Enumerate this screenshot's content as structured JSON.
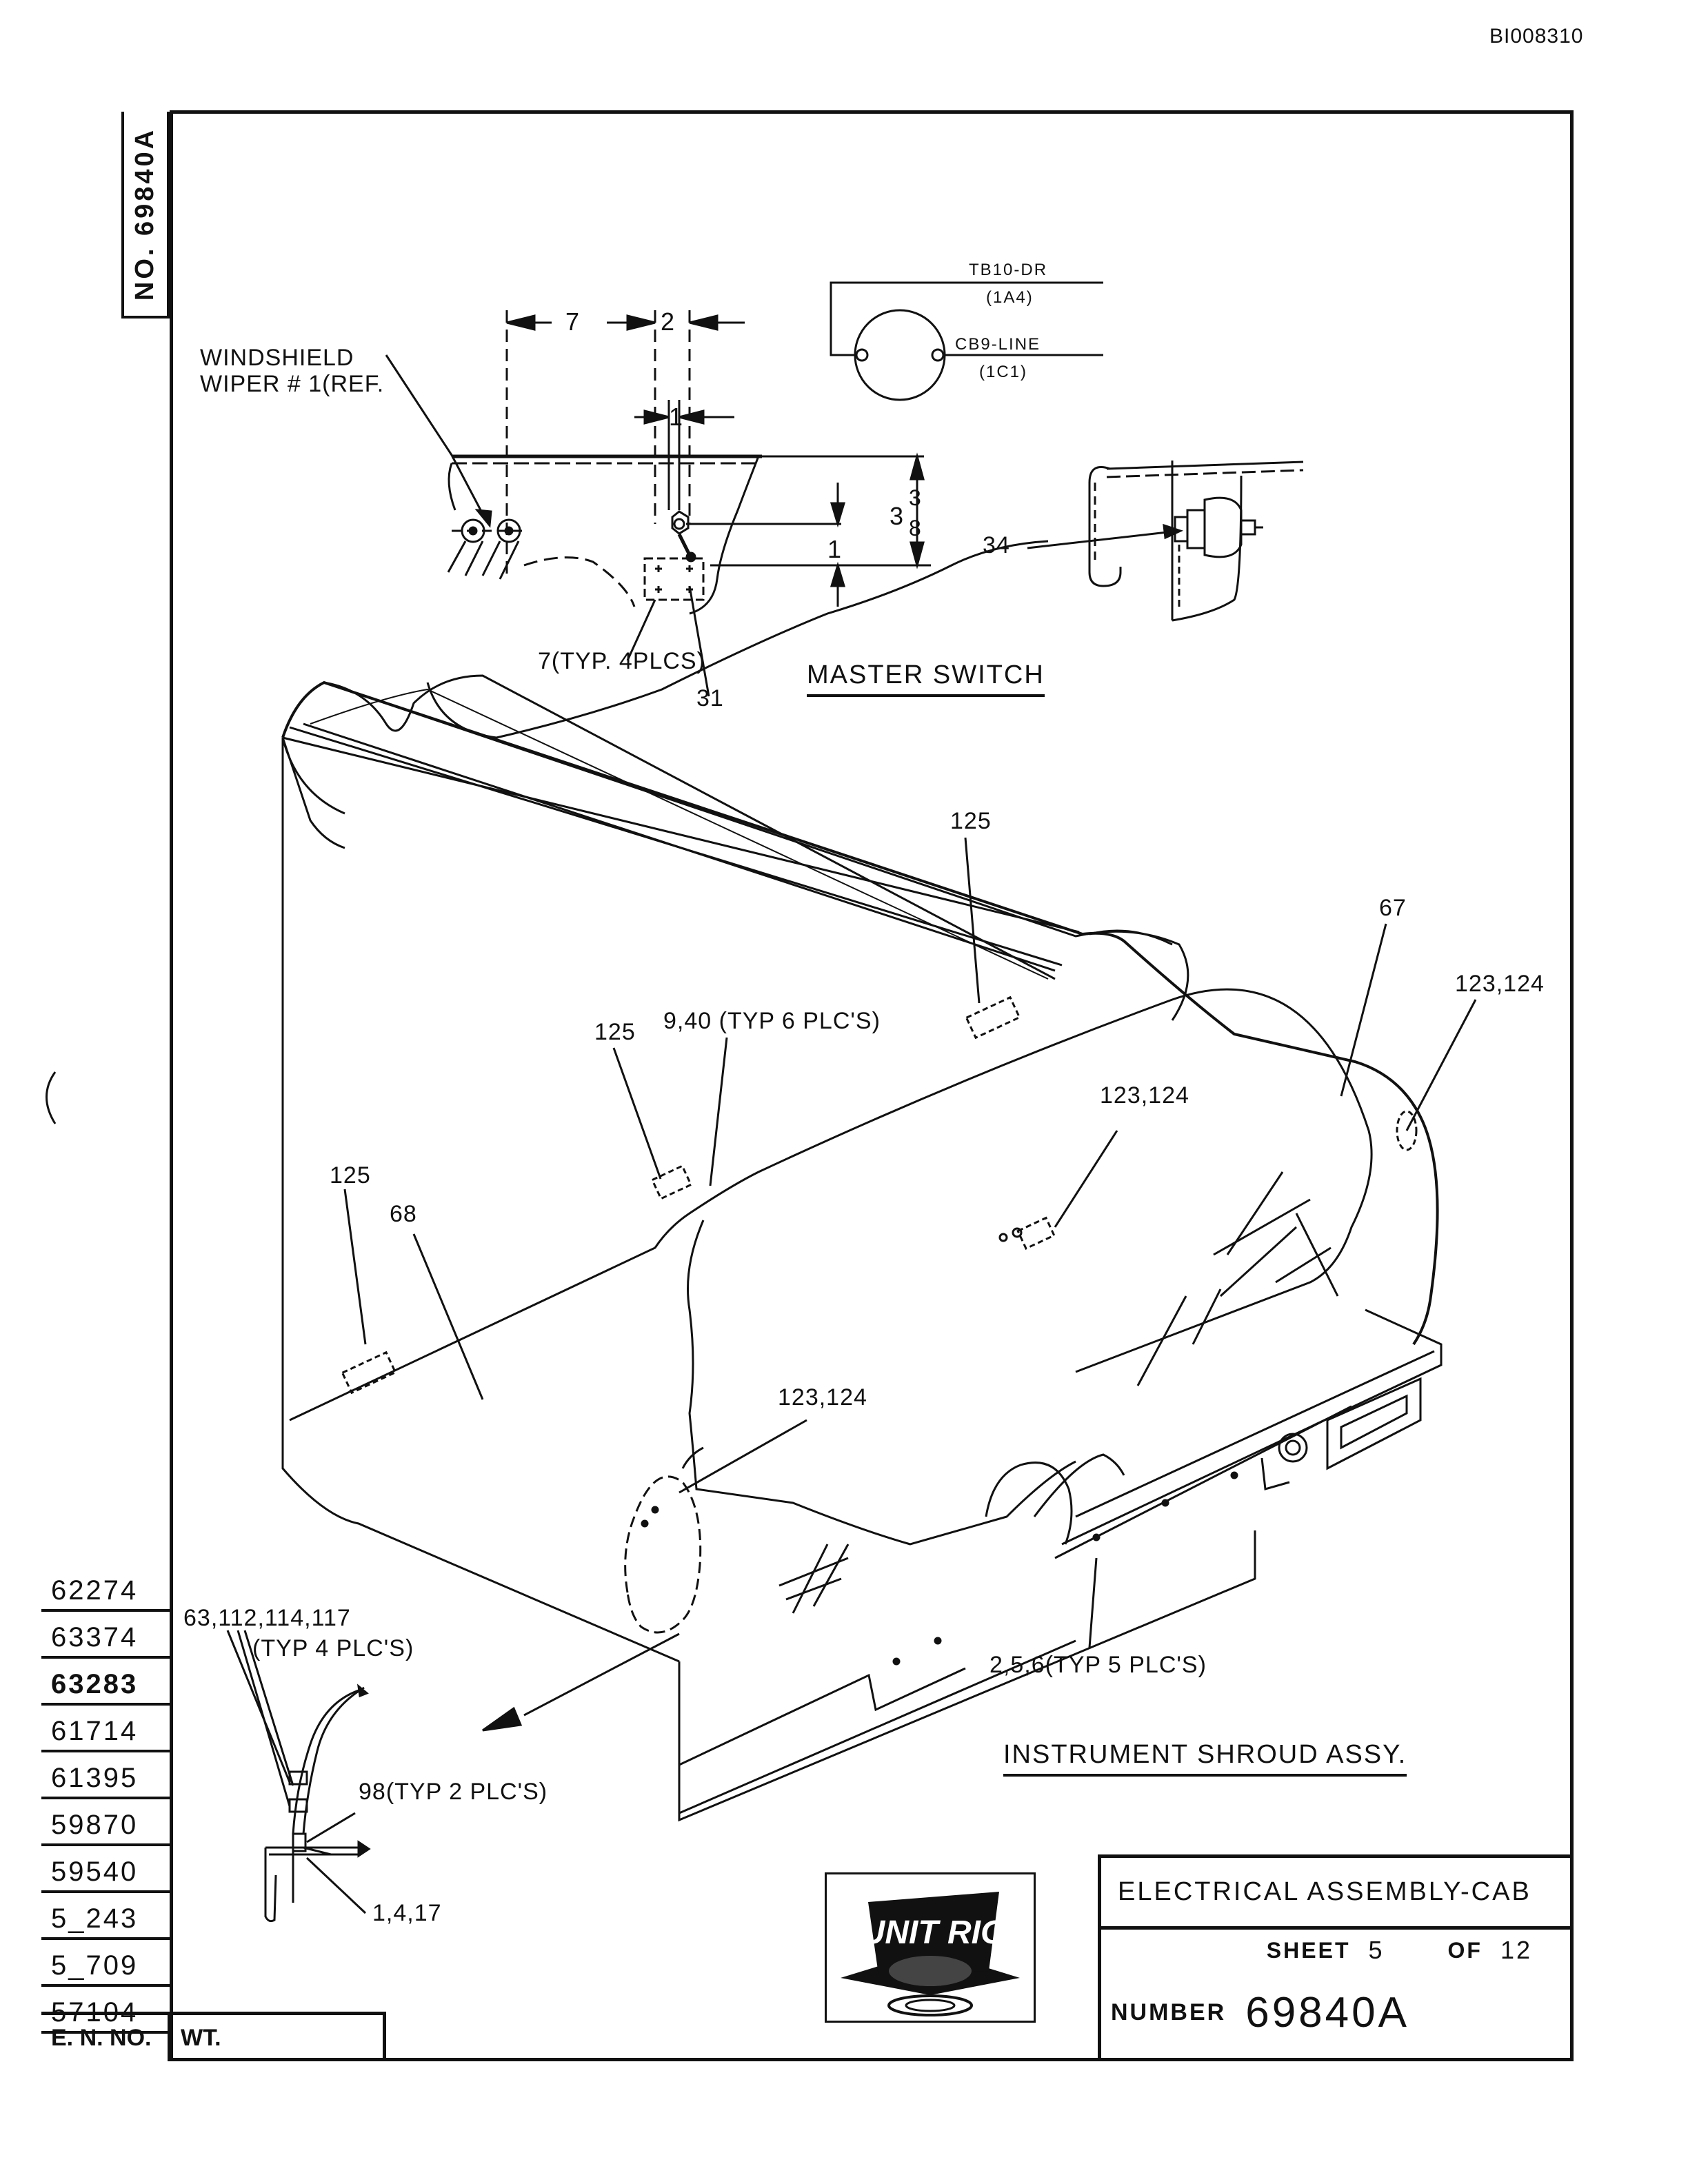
{
  "header": {
    "doc_id": "BI008310"
  },
  "side_number": "NO. 69840A",
  "master_switch": {
    "caption": "MASTER SWITCH",
    "windshield_ref_1": "WINDSHIELD",
    "windshield_ref_2": "WIPER # 1(REF.",
    "dim_7": "7",
    "dim_2": "2",
    "dim_1_top": "1",
    "dim_1_side": "1",
    "dim_3": "3",
    "dim_frac_num": "3",
    "dim_frac_den": "8",
    "callout_7": "7(TYP. 4PLCS)",
    "callout_31": "31",
    "callout_34": "34",
    "wire_1_name": "TB10-DR",
    "wire_1_ref": "(1A4)",
    "wire_2_name": "CB9-LINE",
    "wire_2_ref": "(1C1)"
  },
  "shroud": {
    "caption": "INSTRUMENT SHROUD ASSY.",
    "callouts": {
      "c125_top": "125",
      "c125_mid": "125",
      "c125_left": "125",
      "c9_40": "9,40 (TYP 6 PLC'S)",
      "c67": "67",
      "c123_right": "123,124",
      "c123_mid": "123,124",
      "c123_low": "123,124",
      "c68": "68",
      "c2_5_6": "2,5,6(TYP 5 PLC'S)",
      "c63": "63,112,114,117",
      "c63_typ": "(TYP 4 PLC'S)",
      "c98": "98(TYP 2 PLC'S)",
      "c1_4_17": "1,4,17"
    }
  },
  "revisions": [
    "62274",
    "63374",
    "63283",
    "61714",
    "61395",
    "59870",
    "59540",
    "5_243",
    "5_709",
    "57104"
  ],
  "en_row": {
    "en_label": "E. N. NO.",
    "wt_label": "WT."
  },
  "title_block": {
    "title": "ELECTRICAL ASSEMBLY-CAB",
    "sheet_label": "SHEET",
    "sheet_value": "5",
    "of_label": "OF",
    "of_value": "12",
    "number_label": "NUMBER",
    "number_value": "69840A"
  },
  "logo": {
    "text": "UNIT RIG"
  }
}
